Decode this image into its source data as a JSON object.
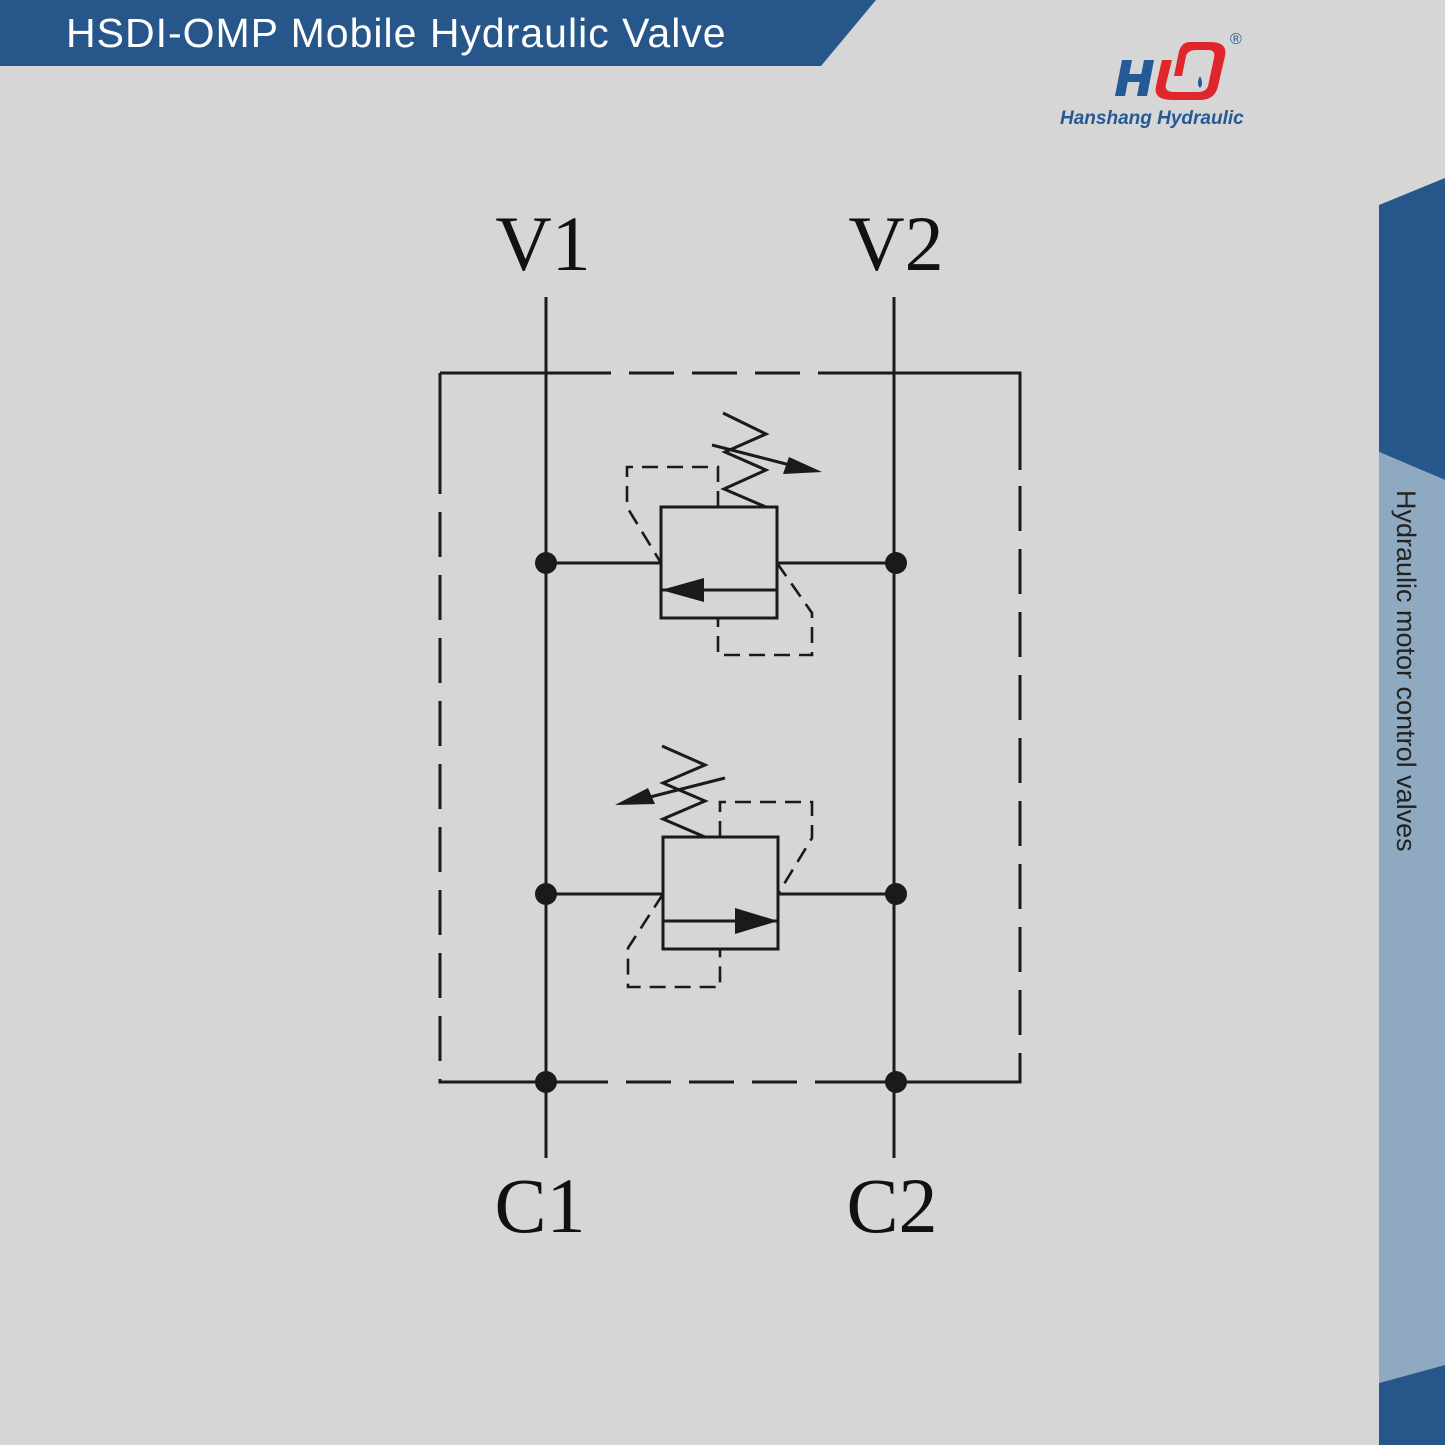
{
  "header": {
    "title": "HSDI-OMP Mobile Hydraulic Valve"
  },
  "brand": {
    "name": "Hanshang Hydraulic",
    "logo_mark": "HU",
    "registered": "®",
    "primary_color": "#245a95",
    "accent_color": "#e0262b"
  },
  "sidebar": {
    "label": "Hydraulic motor control valves",
    "dark_color": "#27578a",
    "light_color": "#8fa9c0"
  },
  "diagram": {
    "ports": {
      "top_left": "V1",
      "top_right": "V2",
      "bottom_left": "C1",
      "bottom_right": "C2"
    },
    "components": [
      "relief-valve-top",
      "relief-valve-bottom"
    ]
  }
}
